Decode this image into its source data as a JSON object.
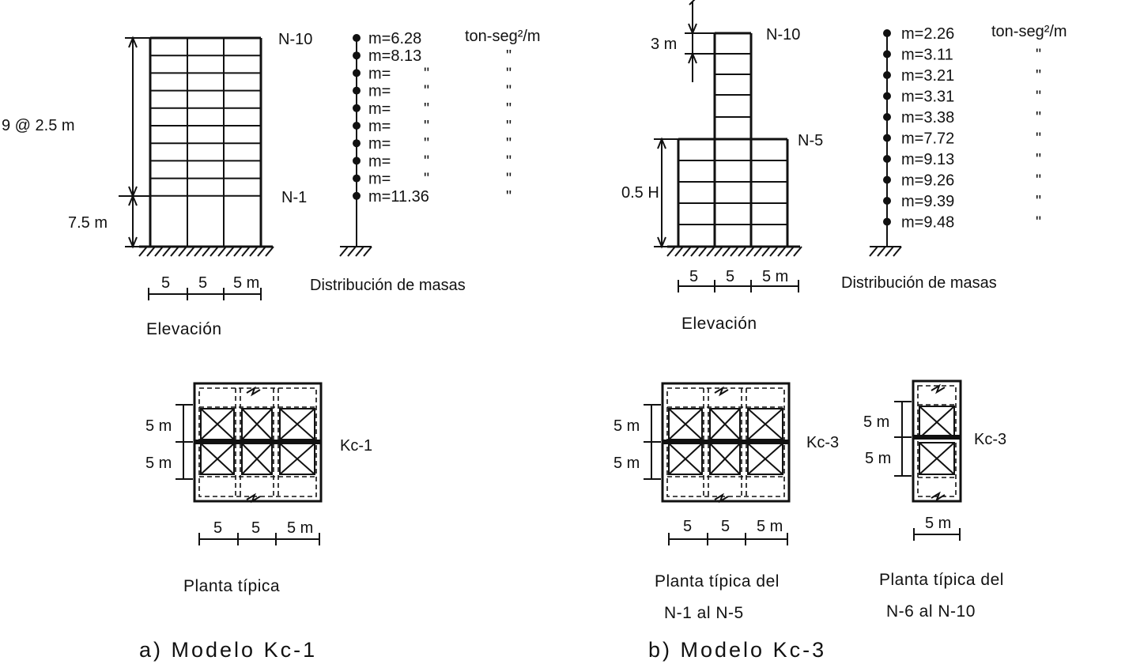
{
  "model_a": {
    "elevation": {
      "top_level": "N-10",
      "bottom_level": "N-1",
      "story_dim": "9 @ 2.5 m",
      "ground_dim": "7.5 m",
      "bay_dims": [
        "5",
        "5",
        "5 m"
      ],
      "caption": "Elevación"
    },
    "mass": {
      "labels": [
        "m=6.28",
        "m=8.13",
        "m=",
        "m=",
        "m=",
        "m=",
        "m=",
        "m=",
        "m=",
        "m=11.36"
      ],
      "ditto_mid": [
        "\"",
        "\"",
        "\"",
        "\"",
        "\"",
        "\"",
        "\""
      ],
      "unit": "ton-seg²/m",
      "ditto_right": [
        "\"",
        "\"",
        "\"",
        "\"",
        "\"",
        "\"",
        "\"",
        "\"",
        "\""
      ],
      "caption": "Distribución de masas"
    },
    "plan": {
      "dim_top": "5 m",
      "dim_bottom": "5 m",
      "stiffness": "Kc-1",
      "bay_dims": [
        "5",
        "5",
        "5 m"
      ],
      "caption": "Planta típica"
    },
    "title": "a)  Modelo  Kc-1"
  },
  "model_b": {
    "elevation": {
      "top_level": "N-10",
      "mid_level": "N-5",
      "top_dim": "3 m",
      "lower_dim": "0.5 H",
      "bay_dims": [
        "5",
        "5",
        "5 m"
      ],
      "caption": "Elevación"
    },
    "mass": {
      "labels": [
        "m=2.26",
        "m=3.11",
        "m=3.21",
        "m=3.31",
        "m=3.38",
        "m=7.72",
        "m=9.13",
        "m=9.26",
        "m=9.39",
        "m=9.48"
      ],
      "unit": "ton-seg²/m",
      "ditto_right": [
        "\"",
        "\"",
        "\"",
        "\"",
        "\"",
        "\"",
        "\"",
        "\"",
        "\""
      ],
      "caption": "Distribución de masas"
    },
    "plan_lower": {
      "dim_top": "5 m",
      "dim_bottom": "5 m",
      "stiffness": "Kc-3",
      "bay_dims": [
        "5",
        "5",
        "5 m"
      ],
      "caption_1": "Planta típica del",
      "caption_2": "N-1  al  N-5"
    },
    "plan_upper": {
      "dim_top": "5 m",
      "dim_bottom": "5 m",
      "stiffness": "Kc-3",
      "bay_dim": "5 m",
      "caption_1": "Planta típica del",
      "caption_2": "N-6 al  N-10"
    },
    "title": "b)  Modelo  Kc-3"
  }
}
